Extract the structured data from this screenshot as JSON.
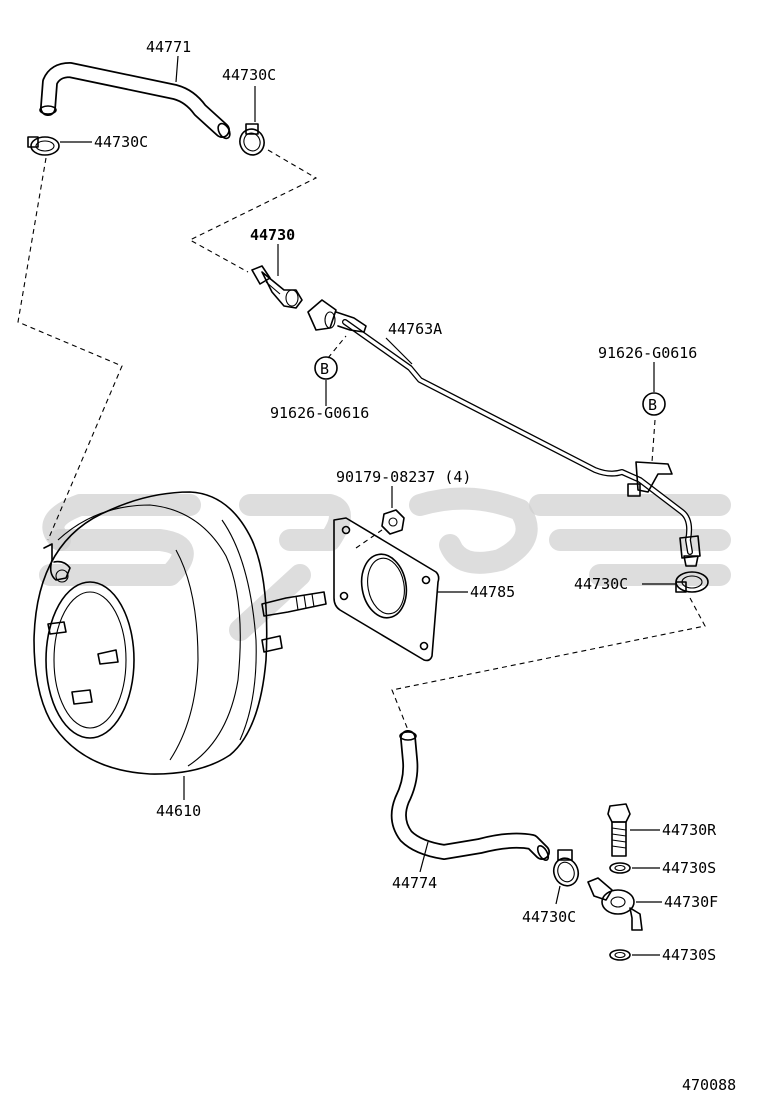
{
  "diagram_number": "470088",
  "watermark": "logo watermark",
  "labels": {
    "hose_upper": "44771",
    "clamp_upper_right": "44730C",
    "clamp_upper_left": "44730C",
    "check_valve": "44730",
    "pipe": "44763A",
    "ref_left_code": "91626-G0616",
    "ref_right_code": "91626-G0616",
    "ref_marker_left": "B",
    "ref_marker_right": "B",
    "nut": "90179-08237 (4)",
    "gasket": "44785",
    "clamp_mid_right": "44730C",
    "booster": "44610",
    "hose_lower": "44774",
    "clamp_lower": "44730C",
    "union_bolt": "44730R",
    "washer_upper": "44730S",
    "union_fitting": "44730F",
    "washer_lower": "44730S"
  }
}
